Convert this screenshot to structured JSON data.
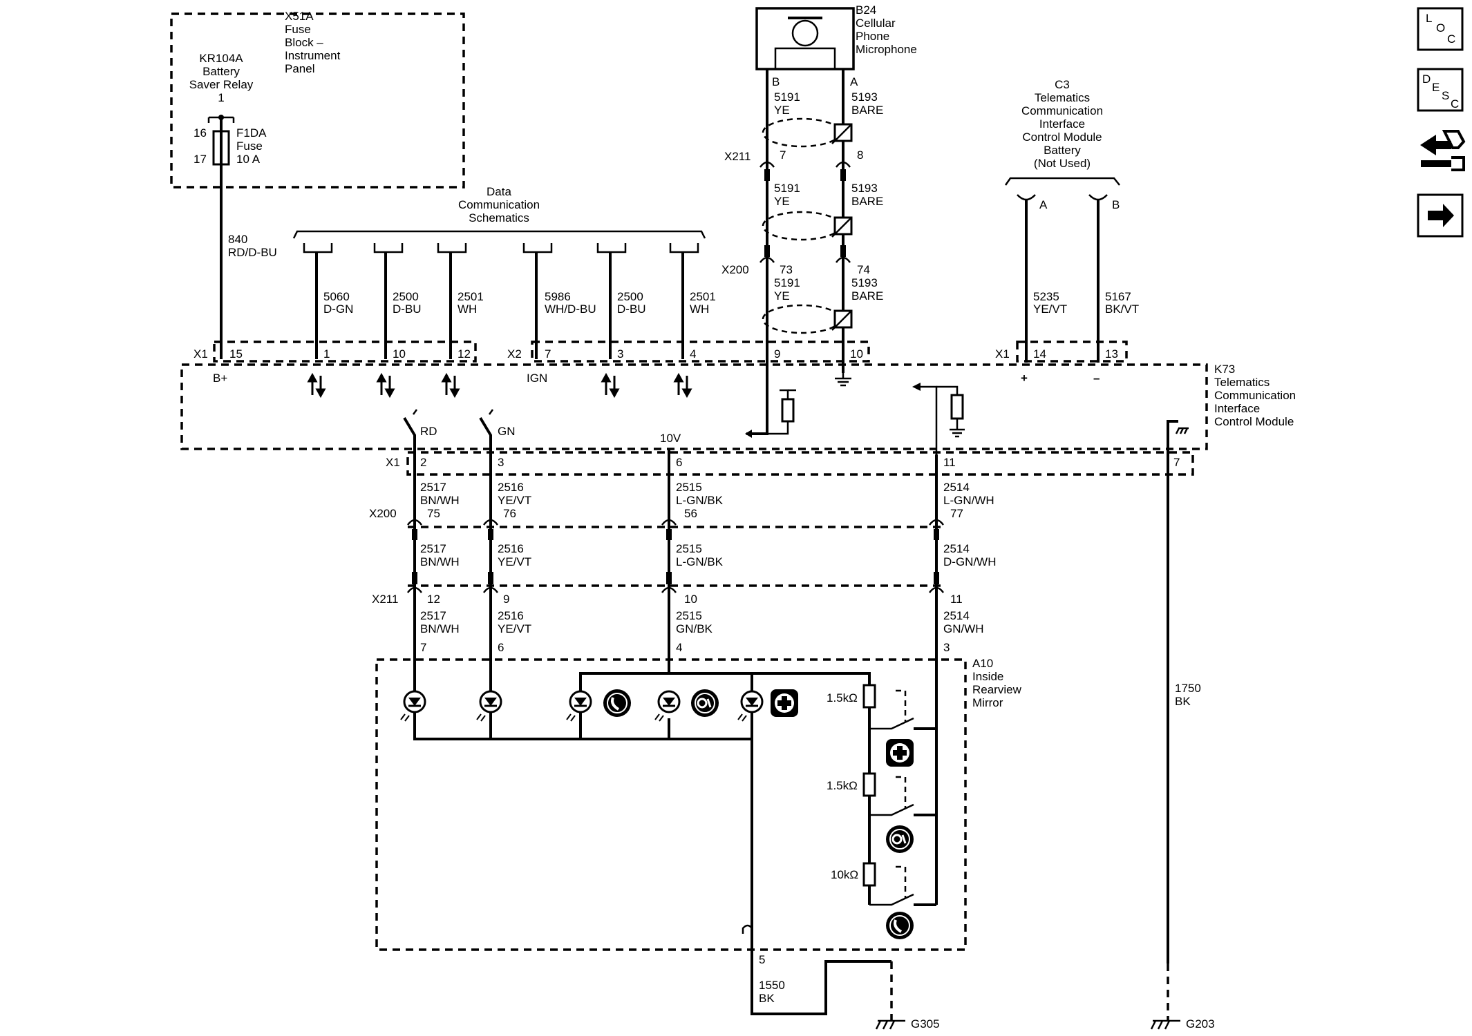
{
  "fuse_block": {
    "id": "X51A",
    "lines": [
      "Fuse",
      "Block –",
      "Instrument",
      "Panel"
    ],
    "relay": [
      "KR104A",
      "Battery",
      "Saver Relay",
      "1"
    ],
    "fuse_pin_top": "16",
    "fuse_pin_bottom": "17",
    "fuse": [
      "F1DA",
      "Fuse",
      "10 A"
    ]
  },
  "microphone": {
    "id": "B24",
    "lines": [
      "Cellular",
      "Phone",
      "Microphone"
    ],
    "pin_b": "B",
    "pin_a": "A"
  },
  "battery_conn": {
    "lines": [
      "C3",
      "Telematics",
      "Communication",
      "Interface",
      "Control Module",
      "Battery",
      "(Not Used)"
    ],
    "pin_a": "A",
    "pin_b": "B"
  },
  "data_comm": {
    "lines": [
      "Data",
      "Communication",
      "Schematics"
    ]
  },
  "module": {
    "id": "K73",
    "lines": [
      "Telematics",
      "Communication",
      "Interface",
      "Control Module"
    ]
  },
  "mirror": {
    "id": "A10",
    "lines": [
      "Inside",
      "Rearview",
      "Mirror"
    ]
  },
  "connectors": {
    "x1": "X1",
    "x2": "X2",
    "x200": "X200",
    "x211": "X211"
  },
  "power_labels": {
    "bplus": "B+",
    "ign": "IGN",
    "v10": "10V",
    "plus": "+",
    "minus": "–",
    "rd": "RD",
    "gn": "GN"
  },
  "wires": {
    "w840": [
      "840",
      "RD/D-BU"
    ],
    "p15": "15",
    "d1": [
      "5060",
      "D-GN"
    ],
    "d1p": "1",
    "d2": [
      "2500",
      "D-BU"
    ],
    "d2p": "10",
    "d3": [
      "2501",
      "WH"
    ],
    "d3p": "12",
    "d4": [
      "5986",
      "WH/D-BU"
    ],
    "d4p": "7",
    "d5": [
      "2500",
      "D-BU"
    ],
    "d5p": "3",
    "d6": [
      "2501",
      "WH"
    ],
    "d6p": "4",
    "mic_b1": [
      "5191",
      "YE"
    ],
    "mic_a1": [
      "5193",
      "BARE"
    ],
    "x211_7": "7",
    "x211_8": "8",
    "mic_b2": [
      "5191",
      "YE"
    ],
    "mic_a2": [
      "5193",
      "BARE"
    ],
    "x200_73": "73",
    "mic_b3": [
      "5191",
      "YE"
    ],
    "x200_74": "74",
    "mic_a3": [
      "5193",
      "BARE"
    ],
    "p9": "9",
    "p10": "10",
    "bat_a": [
      "5235",
      "YE/VT"
    ],
    "bat_b": [
      "5167",
      "BK/VT"
    ],
    "p14": "14",
    "p13": "13",
    "x1_2": "2",
    "x1_3": "3",
    "x1_6": "6",
    "x1_11": "11",
    "x1_7": "7",
    "c1a": [
      "2517",
      "BN/WH"
    ],
    "c2a": [
      "2516",
      "YE/VT"
    ],
    "c3a": [
      "2515",
      "L-GN/BK"
    ],
    "c4a": [
      "2514",
      "L-GN/WH"
    ],
    "x200_75": "75",
    "x200_76": "76",
    "x200_56": "56",
    "x200_77": "77",
    "c1b": [
      "2517",
      "BN/WH"
    ],
    "c2b": [
      "2516",
      "YE/VT"
    ],
    "c3b": [
      "2515",
      "L-GN/BK"
    ],
    "c4b": [
      "2514",
      "D-GN/WH"
    ],
    "x211_12": "12",
    "x211_9": "9",
    "x211_10": "10",
    "x211_11": "11",
    "c1c": [
      "2517",
      "BN/WH"
    ],
    "c2c": [
      "2516",
      "YE/VT"
    ],
    "c3c": [
      "2515",
      "GN/BK"
    ],
    "c4c": [
      "2514",
      "GN/WH"
    ],
    "m7": "7",
    "m6": "6",
    "m4": "4",
    "m3": "3",
    "w1750": [
      "1750",
      "BK"
    ],
    "m5": "5",
    "w1550": [
      "1550",
      "BK"
    ]
  },
  "resistors": {
    "r1": "1.5kΩ",
    "r2": "1.5kΩ",
    "r3": "10kΩ"
  },
  "grounds": {
    "g305": "G305",
    "g203": "G203"
  },
  "side_buttons": {
    "loc": [
      "L",
      "O",
      "C"
    ],
    "desc": [
      "D",
      "E",
      "S",
      "C"
    ],
    "loc_icon": "location-icon",
    "desc_icon": "description-icon",
    "connector_icon": "connector-view-icon",
    "next_icon": "arrow-right-icon"
  }
}
